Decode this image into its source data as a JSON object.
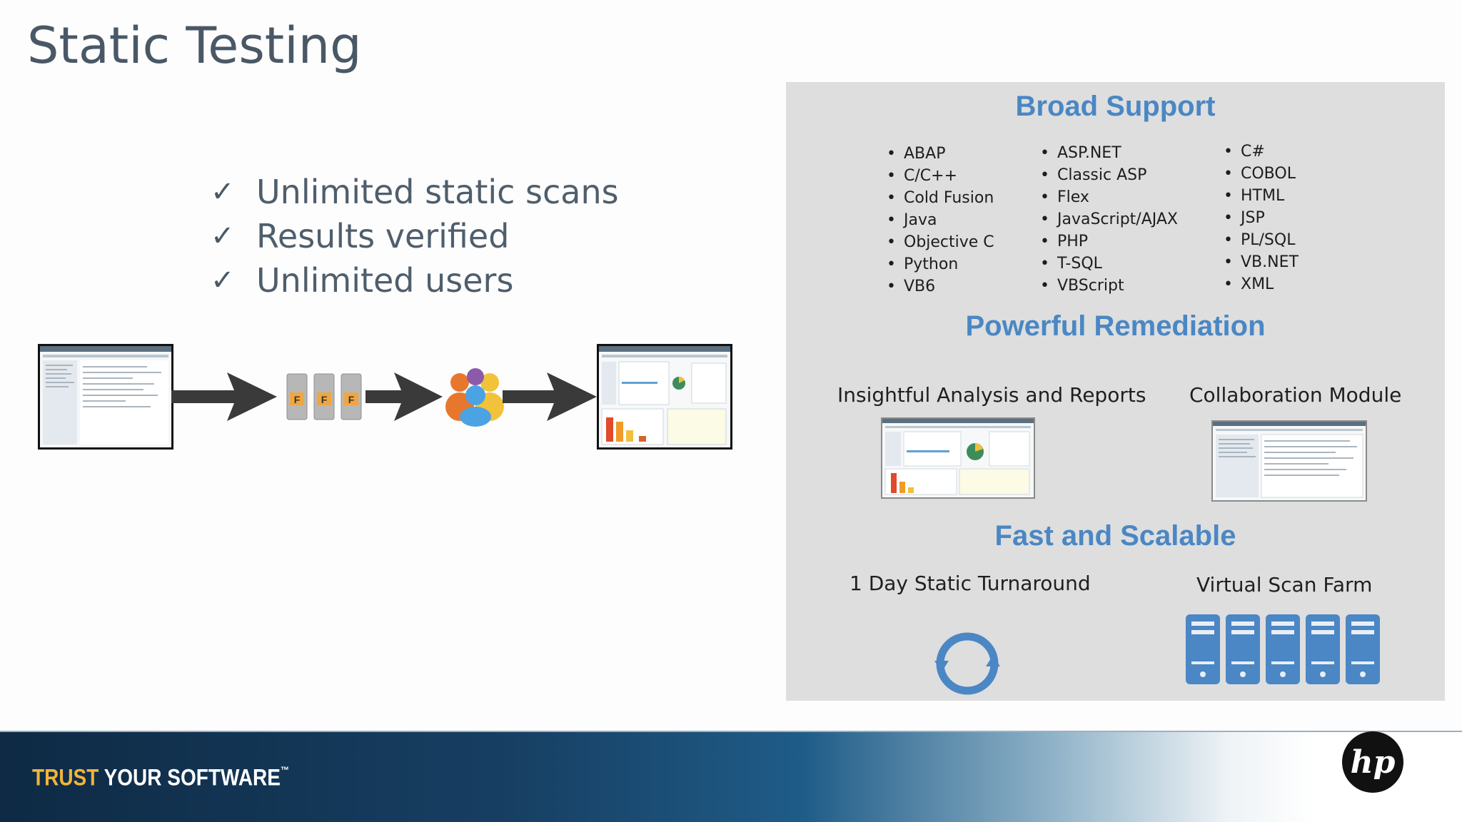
{
  "slide": {
    "title": "Static Testing",
    "checks": [
      "Unlimited static scans",
      "Results verified",
      "Unlimited users"
    ],
    "check_icon": "check-icon"
  },
  "panel": {
    "broad_support": {
      "title": "Broad Support",
      "col1": [
        "ABAP",
        "C/C++",
        "Cold Fusion",
        "Java",
        "Objective C",
        "Python",
        "VB6"
      ],
      "col2": [
        "ASP.NET",
        "Classic ASP",
        "Flex",
        "JavaScript/AJAX",
        "PHP",
        "T-SQL",
        "VBScript"
      ],
      "col3": [
        "C#",
        "COBOL",
        "HTML",
        "JSP",
        "PL/SQL",
        "VB.NET",
        "XML"
      ]
    },
    "remediation": {
      "title": "Powerful Remediation",
      "left_label": "Insightful Analysis and Reports",
      "right_label": "Collaboration Module"
    },
    "scalable": {
      "title": "Fast and Scalable",
      "left_label": "1 Day Static Turnaround",
      "right_label": "Virtual Scan Farm"
    },
    "accent_color": "#4a87c4"
  },
  "footer": {
    "tagline_trust": "TRUST",
    "tagline_rest": " YOUR SOFTWARE",
    "tagline_tm": "™",
    "logo_text": "hp"
  }
}
